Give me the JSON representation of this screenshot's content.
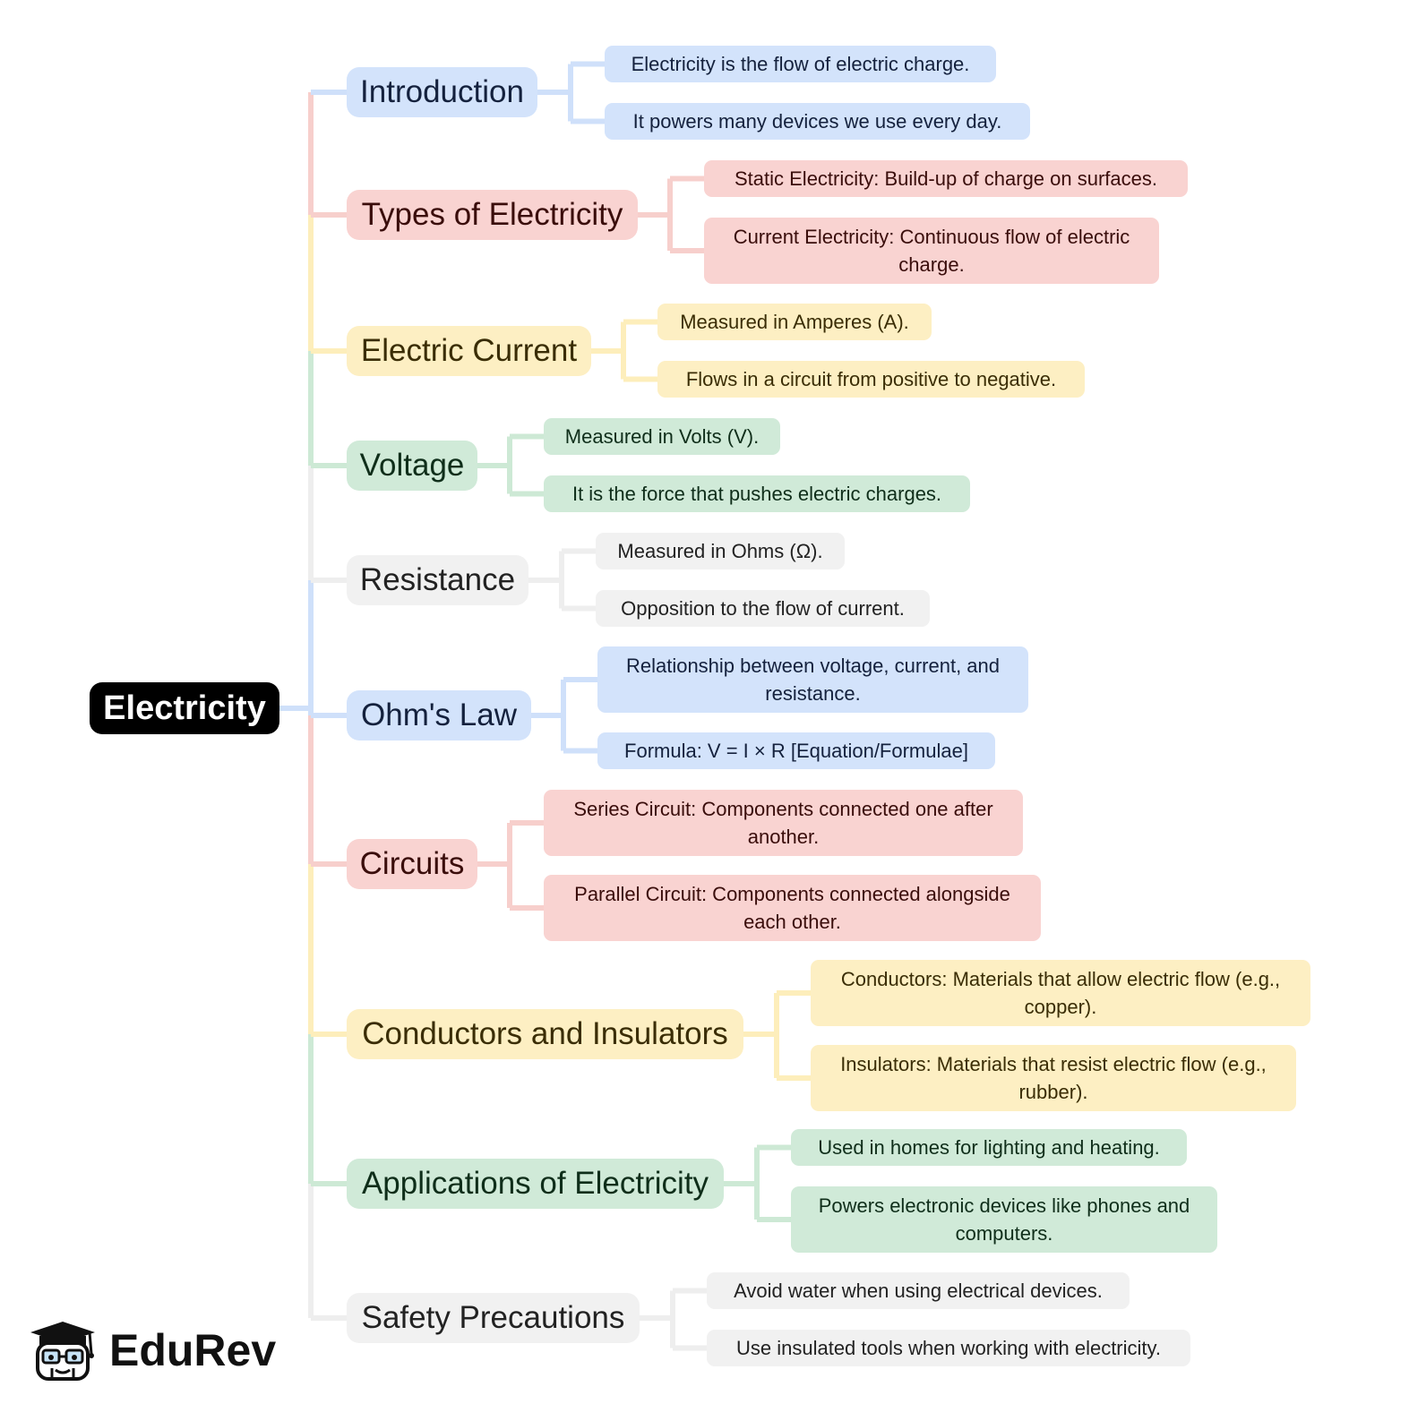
{
  "root": {
    "label": "Electricity"
  },
  "topics": [
    {
      "label": "Introduction",
      "color": "blue",
      "children": [
        "Electricity is the flow of electric charge.",
        "It powers many devices we use every day."
      ]
    },
    {
      "label": "Types of Electricity",
      "color": "red",
      "children": [
        "Static Electricity: Build-up of charge on surfaces.",
        "Current Electricity: Continuous flow of electric charge."
      ]
    },
    {
      "label": "Electric Current",
      "color": "yellow",
      "children": [
        "Measured in Amperes (A).",
        "Flows in a circuit from positive to negative."
      ]
    },
    {
      "label": "Voltage",
      "color": "green",
      "children": [
        "Measured in Volts (V).",
        "It is the force that pushes electric charges."
      ]
    },
    {
      "label": "Resistance",
      "color": "gray",
      "children": [
        "Measured in Ohms (Ω).",
        "Opposition to the flow of current."
      ]
    },
    {
      "label": "Ohm's Law",
      "color": "blue",
      "children": [
        "Relationship between voltage, current, and resistance.",
        "Formula: V = I × R [Equation/Formulae]"
      ]
    },
    {
      "label": "Circuits",
      "color": "red",
      "children": [
        "Series Circuit: Components connected one after another.",
        "Parallel Circuit: Components connected alongside each other."
      ]
    },
    {
      "label": "Conductors and Insulators",
      "color": "yellow",
      "children": [
        "Conductors: Materials that allow electric flow (e.g., copper).",
        "Insulators: Materials that resist electric flow (e.g., rubber)."
      ]
    },
    {
      "label": "Applications of Electricity",
      "color": "green",
      "children": [
        "Used in homes for lighting and heating.",
        "Powers electronic devices like phones and computers."
      ]
    },
    {
      "label": "Safety Precautions",
      "color": "gray",
      "children": [
        "Avoid water when using electrical devices.",
        "Use insulated tools when working with electricity."
      ]
    }
  ],
  "palette": {
    "blue": "#d3e3fb",
    "red": "#f9d3d1",
    "yellow": "#fdefc3",
    "green": "#d0ead8",
    "gray": "#f1f1f1",
    "blue_line": "#cfe0fa",
    "red_line": "#f7cfcc",
    "yellow_line": "#fdeebb",
    "green_line": "#cde9d5",
    "gray_line": "#eeeeee"
  },
  "logo": {
    "text": "EduRev",
    "icon": "graduation-cap-mascot-icon"
  }
}
